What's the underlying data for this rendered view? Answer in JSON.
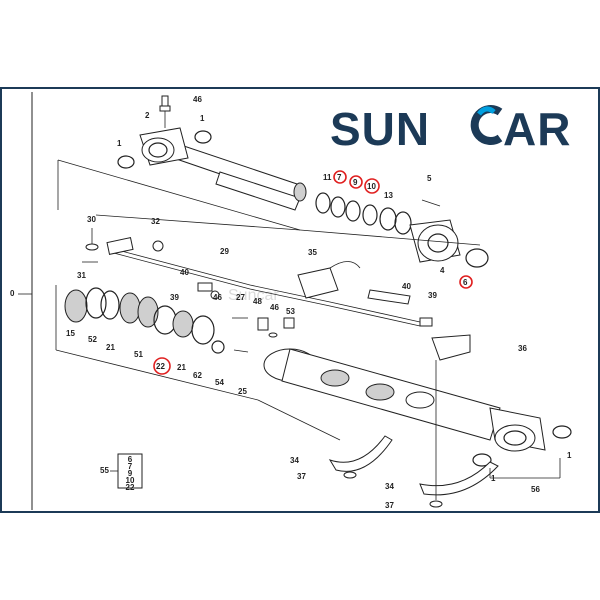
{
  "brand": {
    "name": "SUNCAR",
    "letters_before": "SUN",
    "letters_after": "AR",
    "color": "#1c3a57",
    "accent": "#00a0e0"
  },
  "watermark": "Suncar",
  "assembly_label": "0",
  "callouts": {
    "c1a": "1",
    "c1b": "1",
    "c2": "2",
    "c4": "4",
    "c5": "5",
    "c6": "6",
    "c7": "7",
    "c9": "9",
    "c10": "10",
    "c11": "11",
    "c13": "13",
    "c15": "15",
    "c21a": "21",
    "c21b": "21",
    "c22": "22",
    "c25": "25",
    "c27": "27",
    "c29": "29",
    "c30": "30",
    "c31": "31",
    "c32": "32",
    "c34a": "34",
    "c34b": "34",
    "c35": "35",
    "c36": "36",
    "c37a": "37",
    "c37b": "37",
    "c39a": "39",
    "c39b": "39",
    "c40a": "40",
    "c40b": "40",
    "c46a": "46",
    "c46b": "46",
    "c48": "48",
    "c51": "51",
    "c52": "52",
    "c53": "53",
    "c54": "54",
    "c55": "55",
    "c56": "56",
    "c62": "62"
  },
  "kit_box": [
    "6",
    "7",
    "9",
    "10",
    "22"
  ],
  "highlight_color": "#e02020"
}
